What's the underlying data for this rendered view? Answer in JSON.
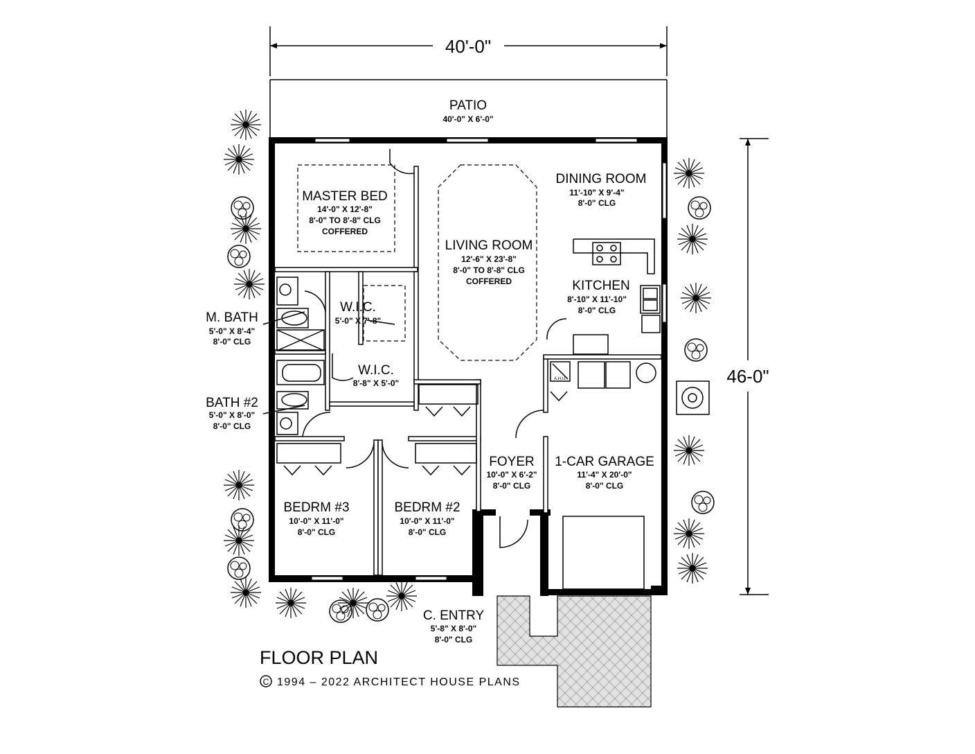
{
  "overall": {
    "width": "40'-0\"",
    "depth": "46-0\""
  },
  "title": "FLOOR PLAN",
  "copyright": "1994  –  2022  ARCHITECT  HOUSE  PLANS",
  "rooms": {
    "patio": {
      "name": "PATIO",
      "lines": [
        "40'-0\" X 6'-0\""
      ]
    },
    "master_bed": {
      "name": "MASTER BED",
      "lines": [
        "14'-0\" X 12'-8\"",
        "8'-0\" TO 8'-8\" CLG",
        "COFFERED"
      ]
    },
    "living_room": {
      "name": "LIVING ROOM",
      "lines": [
        "12'-6\" X 23'-8\"",
        "8'-0\" TO 8'-8\" CLG",
        "COFFERED"
      ]
    },
    "dining_room": {
      "name": "DINING ROOM",
      "lines": [
        "11'-10\" X 9'-4\"",
        "8'-0\" CLG"
      ]
    },
    "kitchen": {
      "name": "KITCHEN",
      "lines": [
        "8'-10\" X 11'-10\"",
        "8'-0\" CLG"
      ]
    },
    "m_bath": {
      "name": "M. BATH",
      "lines": [
        "5'-0\" X 8'-4\"",
        "8'-0\" CLG"
      ]
    },
    "wic_1": {
      "name": "W.I.C.",
      "lines": [
        "5'-0\" X 7'-8\""
      ]
    },
    "wic_2": {
      "name": "W.I.C.",
      "lines": [
        "8'-8\" X 5'-0\""
      ]
    },
    "bath_2": {
      "name": "BATH #2",
      "lines": [
        "5'-0\" X 8'-0\"",
        "8'-0\" CLG"
      ]
    },
    "foyer": {
      "name": "FOYER",
      "lines": [
        "10'-0\" X 6'-2\"",
        "8'-0\" CLG"
      ]
    },
    "garage": {
      "name": "1-CAR GARAGE",
      "lines": [
        "11'-4\" X 20'-0\"",
        "8'-0\" CLG"
      ]
    },
    "bedrm_3": {
      "name": "BEDRM #3",
      "lines": [
        "10'-0\" X 11'-0\"",
        "8'-0\" CLG"
      ]
    },
    "bedrm_2": {
      "name": "BEDRM #2",
      "lines": [
        "10'-0\" X 11'-0\"",
        "8'-0\" CLG"
      ]
    },
    "c_entry": {
      "name": "C. ENTRY",
      "lines": [
        "5'-8\" X 8'-0\"",
        "8'-0\" CLG"
      ]
    }
  },
  "fixtures": {
    "ahu": "A.H.U."
  }
}
